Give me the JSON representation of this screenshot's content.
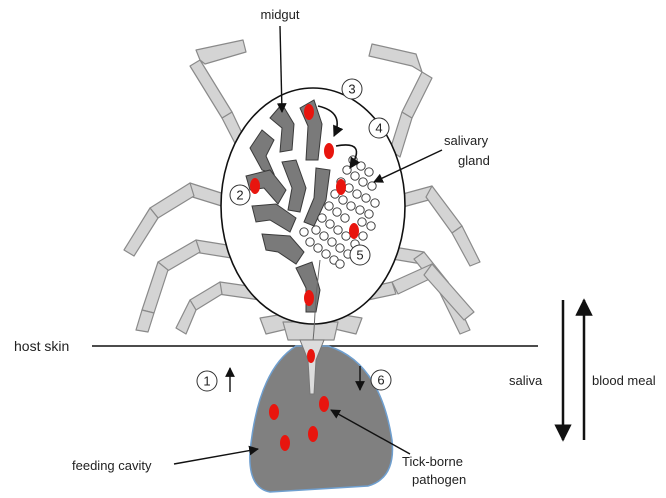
{
  "labels": {
    "midgut": "midgut",
    "salivary_line1": "salivary",
    "salivary_line2": "gland",
    "host_skin": "host skin",
    "saliva": "saliva",
    "blood_meal": "blood meal",
    "feeding_cavity": "feeding cavity",
    "pathogen_line1": "Tick-borne",
    "pathogen_line2": "pathogen"
  },
  "steps": [
    "1",
    "2",
    "3",
    "4",
    "5",
    "6"
  ],
  "colors": {
    "pathogen": "#e8150e",
    "cavity": "#808080",
    "cavity_edge": "#6f9fcf",
    "midgut": "#7a7a7a",
    "leg_fill": "#d4d4d4",
    "leg_stroke": "#8a8a8a",
    "line": "#111111"
  }
}
